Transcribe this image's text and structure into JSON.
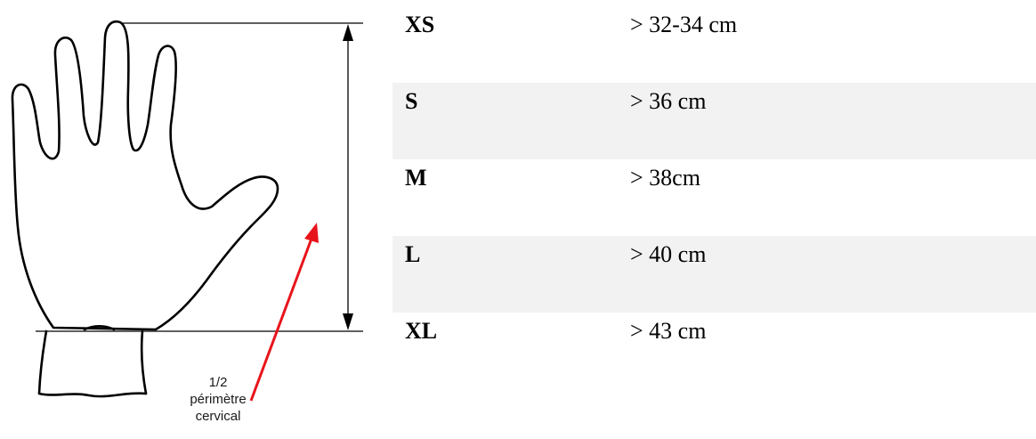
{
  "illustration": {
    "caption_lines": [
      "1/2",
      "périmètre",
      "cervical"
    ],
    "arrow_color": "#e8141b",
    "outline_color": "#000000"
  },
  "size_table": {
    "rows": [
      {
        "size": "XS",
        "value": "> 32-34 cm",
        "shaded": false
      },
      {
        "size": "S",
        "value": "> 36 cm",
        "shaded": true
      },
      {
        "size": "M",
        "value": "> 38cm",
        "shaded": false
      },
      {
        "size": "L",
        "value": "> 40 cm",
        "shaded": true
      },
      {
        "size": "XL",
        "value": "> 43 cm",
        "shaded": false
      }
    ],
    "stripe_color": "#f2f2f2"
  }
}
